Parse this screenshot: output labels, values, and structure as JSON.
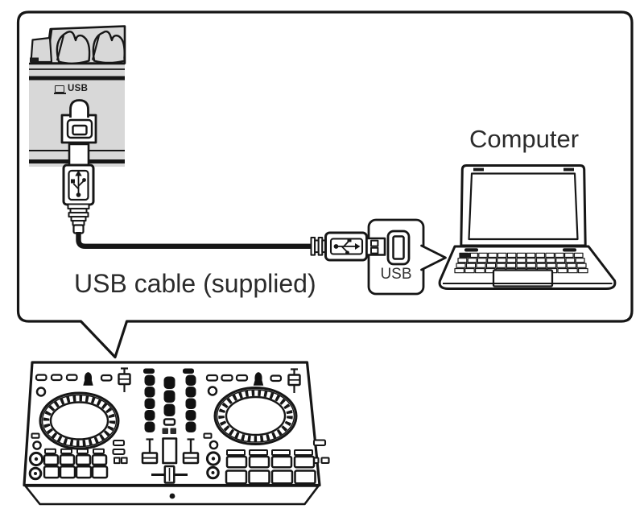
{
  "figure": {
    "kind": "connection-diagram",
    "subject": "DJ controller connected to a computer with the supplied USB cable"
  },
  "labels": {
    "computer": "Computer",
    "usb_cable": "USB cable (supplied)",
    "usb_port_callout": "USB",
    "rear_panel_usb": "USB"
  },
  "icons": {
    "computer_icon": "laptop-glyph",
    "usb_trident_vertical": "usb-trident on type-B plug",
    "usb_trident_horizontal": "usb-trident on type-A plug"
  },
  "colors": {
    "background": "#ffffff",
    "line": "#161616",
    "panel_gray": "#d8d8d8",
    "text": "#2b2b2b"
  },
  "components": [
    "controller-rear-panel-closeup",
    "usb-b-port",
    "usb-b-plug",
    "usb-cable",
    "usb-a-plug",
    "computer-usb-port-callout",
    "laptop",
    "dj-controller-top-view"
  ]
}
